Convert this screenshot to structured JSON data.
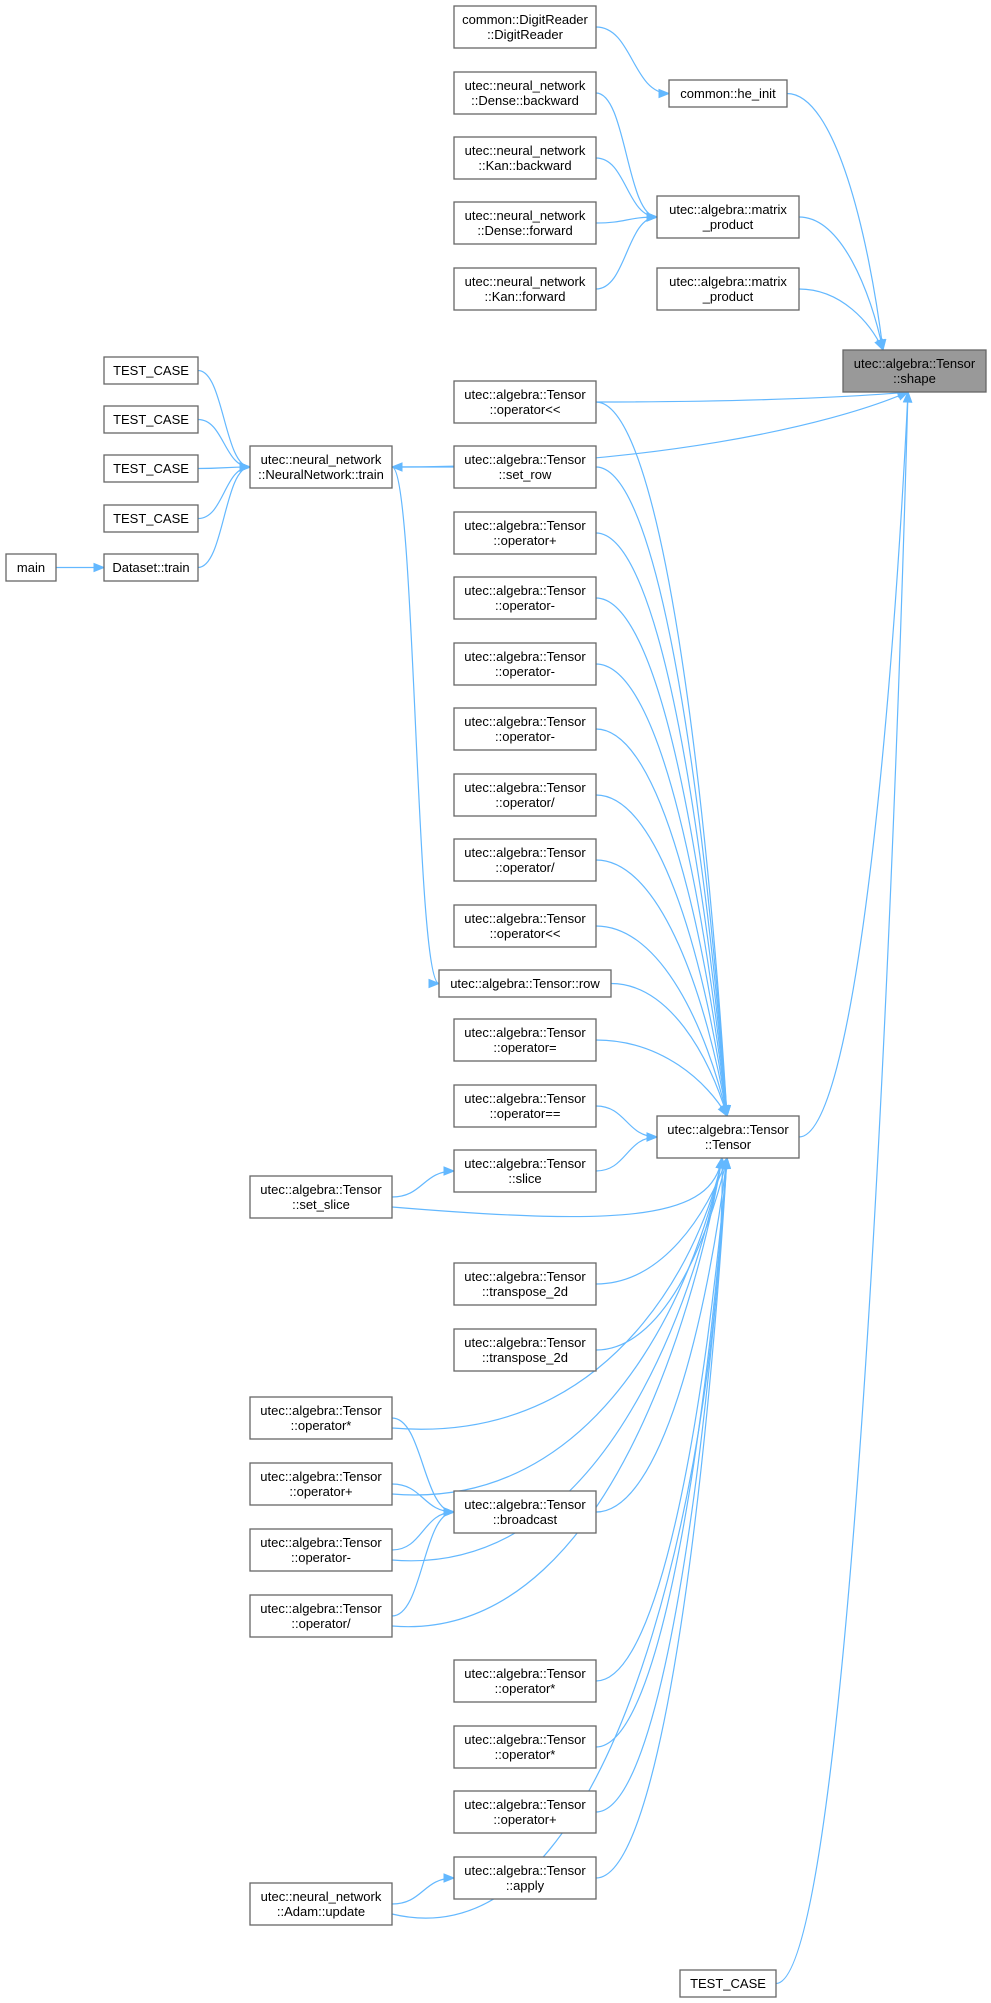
{
  "colors": {
    "edge": "#63b8ff",
    "node_border": "#666666",
    "node_fill": "#ffffff",
    "highlight_fill": "#999999"
  },
  "nodes": [
    {
      "id": "shape",
      "lines": [
        "utec::algebra::Tensor",
        "::shape"
      ],
      "highlight": true
    },
    {
      "id": "digitreader",
      "lines": [
        "common::DigitReader",
        "::DigitReader"
      ]
    },
    {
      "id": "he_init",
      "lines": [
        "common::he_init"
      ]
    },
    {
      "id": "dense_backward",
      "lines": [
        "utec::neural_network",
        "::Dense::backward"
      ]
    },
    {
      "id": "kan_backward",
      "lines": [
        "utec::neural_network",
        "::Kan::backward"
      ]
    },
    {
      "id": "dense_forward",
      "lines": [
        "utec::neural_network",
        "::Dense::forward"
      ]
    },
    {
      "id": "kan_forward",
      "lines": [
        "utec::neural_network",
        "::Kan::forward"
      ]
    },
    {
      "id": "matrix_product_1",
      "lines": [
        "utec::algebra::matrix",
        "_product"
      ]
    },
    {
      "id": "matrix_product_2",
      "lines": [
        "utec::algebra::matrix",
        "_product"
      ]
    },
    {
      "id": "test_case_1",
      "lines": [
        "TEST_CASE"
      ]
    },
    {
      "id": "test_case_2",
      "lines": [
        "TEST_CASE"
      ]
    },
    {
      "id": "test_case_3",
      "lines": [
        "TEST_CASE"
      ]
    },
    {
      "id": "test_case_4",
      "lines": [
        "TEST_CASE"
      ]
    },
    {
      "id": "main",
      "lines": [
        "main"
      ]
    },
    {
      "id": "dataset_train",
      "lines": [
        "Dataset::train"
      ]
    },
    {
      "id": "nn_train",
      "lines": [
        "utec::neural_network",
        "::NeuralNetwork::train"
      ]
    },
    {
      "id": "op_shift_1",
      "lines": [
        "utec::algebra::Tensor",
        "::operator<<"
      ]
    },
    {
      "id": "set_row",
      "lines": [
        "utec::algebra::Tensor",
        "::set_row"
      ]
    },
    {
      "id": "op_plus_1",
      "lines": [
        "utec::algebra::Tensor",
        "::operator+"
      ]
    },
    {
      "id": "op_minus_1",
      "lines": [
        "utec::algebra::Tensor",
        "::operator-"
      ]
    },
    {
      "id": "op_minus_2",
      "lines": [
        "utec::algebra::Tensor",
        "::operator-"
      ]
    },
    {
      "id": "op_minus_3",
      "lines": [
        "utec::algebra::Tensor",
        "::operator-"
      ]
    },
    {
      "id": "op_div_1",
      "lines": [
        "utec::algebra::Tensor",
        "::operator/"
      ]
    },
    {
      "id": "op_div_2",
      "lines": [
        "utec::algebra::Tensor",
        "::operator/"
      ]
    },
    {
      "id": "op_shift_2",
      "lines": [
        "utec::algebra::Tensor",
        "::operator<<"
      ]
    },
    {
      "id": "tensor_row",
      "lines": [
        "utec::algebra::Tensor::row"
      ]
    },
    {
      "id": "op_assign",
      "lines": [
        "utec::algebra::Tensor",
        "::operator="
      ]
    },
    {
      "id": "op_eq",
      "lines": [
        "utec::algebra::Tensor",
        "::operator=="
      ]
    },
    {
      "id": "tensor_ctor",
      "lines": [
        "utec::algebra::Tensor",
        "::Tensor"
      ]
    },
    {
      "id": "slice",
      "lines": [
        "utec::algebra::Tensor",
        "::slice"
      ]
    },
    {
      "id": "set_slice",
      "lines": [
        "utec::algebra::Tensor",
        "::set_slice"
      ]
    },
    {
      "id": "transpose_1",
      "lines": [
        "utec::algebra::Tensor",
        "::transpose_2d"
      ]
    },
    {
      "id": "transpose_2",
      "lines": [
        "utec::algebra::Tensor",
        "::transpose_2d"
      ]
    },
    {
      "id": "op_mul_left",
      "lines": [
        "utec::algebra::Tensor",
        "::operator*"
      ]
    },
    {
      "id": "op_plus_left",
      "lines": [
        "utec::algebra::Tensor",
        "::operator+"
      ]
    },
    {
      "id": "op_minus_left",
      "lines": [
        "utec::algebra::Tensor",
        "::operator-"
      ]
    },
    {
      "id": "op_div_left",
      "lines": [
        "utec::algebra::Tensor",
        "::operator/"
      ]
    },
    {
      "id": "broadcast",
      "lines": [
        "utec::algebra::Tensor",
        "::broadcast"
      ]
    },
    {
      "id": "op_mul_1",
      "lines": [
        "utec::algebra::Tensor",
        "::operator*"
      ]
    },
    {
      "id": "op_mul_2",
      "lines": [
        "utec::algebra::Tensor",
        "::operator*"
      ]
    },
    {
      "id": "op_plus_2",
      "lines": [
        "utec::algebra::Tensor",
        "::operator+"
      ]
    },
    {
      "id": "apply",
      "lines": [
        "utec::algebra::Tensor",
        "::apply"
      ]
    },
    {
      "id": "adam_update",
      "lines": [
        "utec::neural_network",
        "::Adam::update"
      ]
    },
    {
      "id": "test_case_5",
      "lines": [
        "TEST_CASE"
      ]
    }
  ],
  "edges": [
    [
      "digitreader",
      "he_init"
    ],
    [
      "he_init",
      "shape"
    ],
    [
      "dense_backward",
      "matrix_product_1"
    ],
    [
      "kan_backward",
      "matrix_product_1"
    ],
    [
      "dense_forward",
      "matrix_product_1"
    ],
    [
      "kan_forward",
      "matrix_product_1"
    ],
    [
      "matrix_product_1",
      "shape"
    ],
    [
      "matrix_product_2",
      "shape"
    ],
    [
      "nn_train",
      "shape"
    ],
    [
      "op_shift_1",
      "shape"
    ],
    [
      "tensor_ctor",
      "shape"
    ],
    [
      "test_case_5",
      "shape"
    ],
    [
      "test_case_1",
      "nn_train"
    ],
    [
      "test_case_2",
      "nn_train"
    ],
    [
      "test_case_3",
      "nn_train"
    ],
    [
      "test_case_4",
      "nn_train"
    ],
    [
      "dataset_train",
      "nn_train"
    ],
    [
      "main",
      "dataset_train"
    ],
    [
      "set_row",
      "nn_train"
    ],
    [
      "nn_train",
      "tensor_row"
    ],
    [
      "op_shift_1",
      "tensor_ctor"
    ],
    [
      "set_row",
      "tensor_ctor"
    ],
    [
      "op_plus_1",
      "tensor_ctor"
    ],
    [
      "op_minus_1",
      "tensor_ctor"
    ],
    [
      "op_minus_2",
      "tensor_ctor"
    ],
    [
      "op_minus_3",
      "tensor_ctor"
    ],
    [
      "op_div_1",
      "tensor_ctor"
    ],
    [
      "op_div_2",
      "tensor_ctor"
    ],
    [
      "op_shift_2",
      "tensor_ctor"
    ],
    [
      "tensor_row",
      "tensor_ctor"
    ],
    [
      "op_assign",
      "tensor_ctor"
    ],
    [
      "op_eq",
      "tensor_ctor"
    ],
    [
      "slice",
      "tensor_ctor"
    ],
    [
      "set_slice",
      "slice"
    ],
    [
      "set_slice",
      "tensor_ctor"
    ],
    [
      "transpose_1",
      "tensor_ctor"
    ],
    [
      "transpose_2",
      "tensor_ctor"
    ],
    [
      "op_mul_left",
      "tensor_ctor"
    ],
    [
      "op_mul_left",
      "broadcast"
    ],
    [
      "op_plus_left",
      "tensor_ctor"
    ],
    [
      "op_plus_left",
      "broadcast"
    ],
    [
      "op_minus_left",
      "broadcast"
    ],
    [
      "op_minus_left",
      "tensor_ctor"
    ],
    [
      "op_div_left",
      "broadcast"
    ],
    [
      "op_div_left",
      "tensor_ctor"
    ],
    [
      "broadcast",
      "tensor_ctor"
    ],
    [
      "op_mul_1",
      "tensor_ctor"
    ],
    [
      "op_mul_2",
      "tensor_ctor"
    ],
    [
      "op_plus_2",
      "tensor_ctor"
    ],
    [
      "apply",
      "tensor_ctor"
    ],
    [
      "adam_update",
      "apply"
    ],
    [
      "adam_update",
      "tensor_ctor"
    ]
  ]
}
